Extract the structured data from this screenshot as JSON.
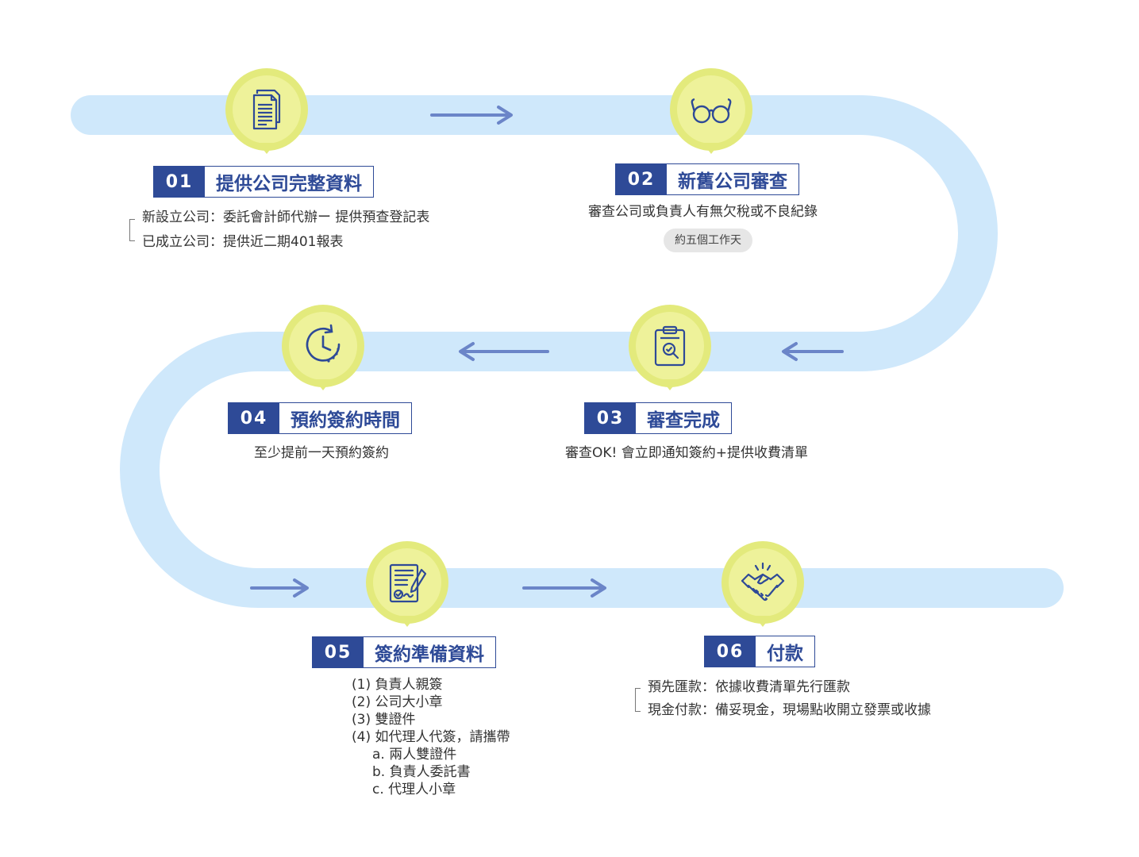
{
  "colors": {
    "road": "#cfe8fb",
    "arrow": "#6b85c8",
    "pin": "#e3ea7c",
    "pin_inner": "#eef29a",
    "navy": "#2e4a97"
  },
  "steps": [
    {
      "num": "01",
      "title": "提供公司完整資料",
      "icon": "document-icon"
    },
    {
      "num": "02",
      "title": "新舊公司審查",
      "icon": "glasses-icon"
    },
    {
      "num": "03",
      "title": "審查完成",
      "icon": "clipboard-search-icon"
    },
    {
      "num": "04",
      "title": "預約簽約時間",
      "icon": "clock-icon"
    },
    {
      "num": "05",
      "title": "簽約準備資料",
      "icon": "contract-sign-icon"
    },
    {
      "num": "06",
      "title": "付款",
      "icon": "handshake-icon"
    }
  ],
  "step1": {
    "lines": [
      "新設立公司：委託會計師代辦ー 提供預查登記表",
      "已成立公司：提供近二期401報表"
    ]
  },
  "step2": {
    "desc": "審查公司或負責人有無欠稅或不良紀錄",
    "badge": "約五個工作天"
  },
  "step3": {
    "desc": "審查OK! 會立即通知簽約+提供收費清單"
  },
  "step4": {
    "desc": "至少提前一天預約簽約"
  },
  "step5": {
    "items": [
      "(1) 負責人親簽",
      "(2) 公司大小章",
      "(3) 雙證件",
      "(4) 如代理人代簽，請攜帶"
    ],
    "subitems": [
      "a. 兩人雙證件",
      "b. 負責人委託書",
      "c. 代理人小章"
    ]
  },
  "step6": {
    "lines": [
      "預先匯款：依據收費清單先行匯款",
      "現金付款：備妥現金，現場點收開立發票或收據"
    ]
  }
}
